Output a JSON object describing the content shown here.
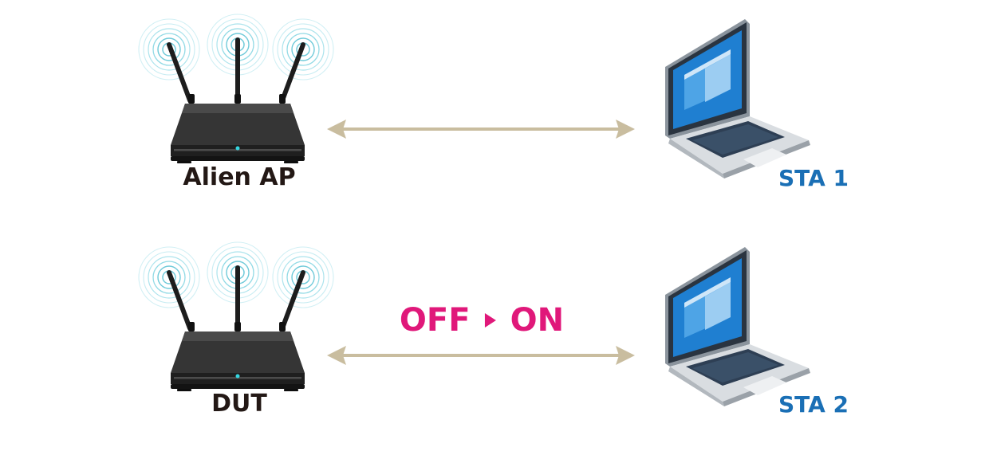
{
  "nodes": {
    "alien_ap": {
      "label": "Alien AP"
    },
    "sta1": {
      "label": "STA 1"
    },
    "dut": {
      "label": "DUT"
    },
    "sta2": {
      "label": "STA 2"
    }
  },
  "links": {
    "top": {
      "from": "Alien AP",
      "to": "STA 1"
    },
    "bottom": {
      "from": "DUT",
      "to": "STA 2",
      "state_from": "OFF",
      "state_to": "ON"
    }
  },
  "icons": {
    "router": "wifi-router-icon",
    "laptop": "laptop-icon",
    "state_arrow": "play-triangle-icon"
  },
  "colors": {
    "router_label": "#231815",
    "sta_label": "#1a6fb5",
    "state_label": "#e0187a",
    "link_arrow": "#c9bd9f",
    "router_body": "#2b2b2b",
    "wifi_rings": "#7fd3e0",
    "laptop_screen": "#1f7fd1",
    "laptop_body": "#c8cdd3"
  }
}
